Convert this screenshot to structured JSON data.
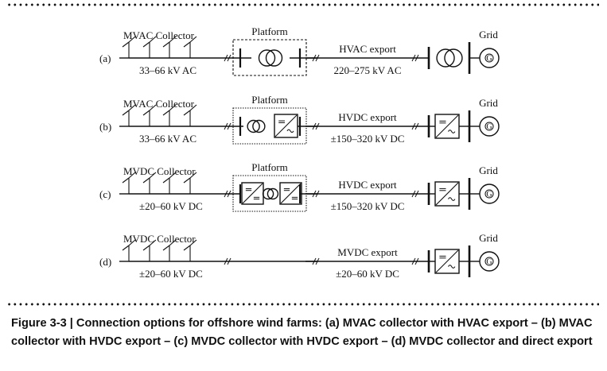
{
  "rows": [
    {
      "label": "(a)",
      "collector_title": "MVAC Collector",
      "collector_rating": "33–66 kV AC",
      "platform_label": "Platform",
      "platform_type": "transformer",
      "platform_border": "dashed",
      "export_title": "HVAC export",
      "export_rating": "220–275 kV AC",
      "onshore_type": "transformer",
      "grid_label": "Grid",
      "grid_symbol": "G"
    },
    {
      "label": "(b)",
      "collector_title": "MVAC Collector",
      "collector_rating": "33–66 kV AC",
      "platform_label": "Platform",
      "platform_type": "transformer-converter",
      "platform_border": "dotted",
      "export_title": "HVDC export",
      "export_rating": "±150–320 kV DC",
      "onshore_type": "converter",
      "grid_label": "Grid",
      "grid_symbol": "G"
    },
    {
      "label": "(c)",
      "collector_title": "MVDC Collector",
      "collector_rating": "±20–60 kV DC",
      "platform_label": "Platform",
      "platform_type": "dc-dc",
      "platform_border": "dotted",
      "export_title": "HVDC export",
      "export_rating": "±150–320 kV DC",
      "onshore_type": "converter",
      "grid_label": "Grid",
      "grid_symbol": "G"
    },
    {
      "label": "(d)",
      "collector_title": "MVDC Collector",
      "collector_rating": "±20–60 kV DC",
      "platform_label": "",
      "platform_type": "none",
      "platform_border": "none",
      "export_title": "MVDC export",
      "export_rating": "±20–60 kV DC",
      "onshore_type": "converter",
      "grid_label": "Grid",
      "grid_symbol": "G"
    }
  ],
  "caption": "Figure 3-3 | Connection options for offshore wind farms: (a) MVAC collector with HVAC export – (b) MVAC collector with HVDC export – (c) MVDC collector with HVDC export  – (d) MVDC collector and direct export",
  "colors": {
    "ink": "#111111",
    "background": "#ffffff"
  }
}
